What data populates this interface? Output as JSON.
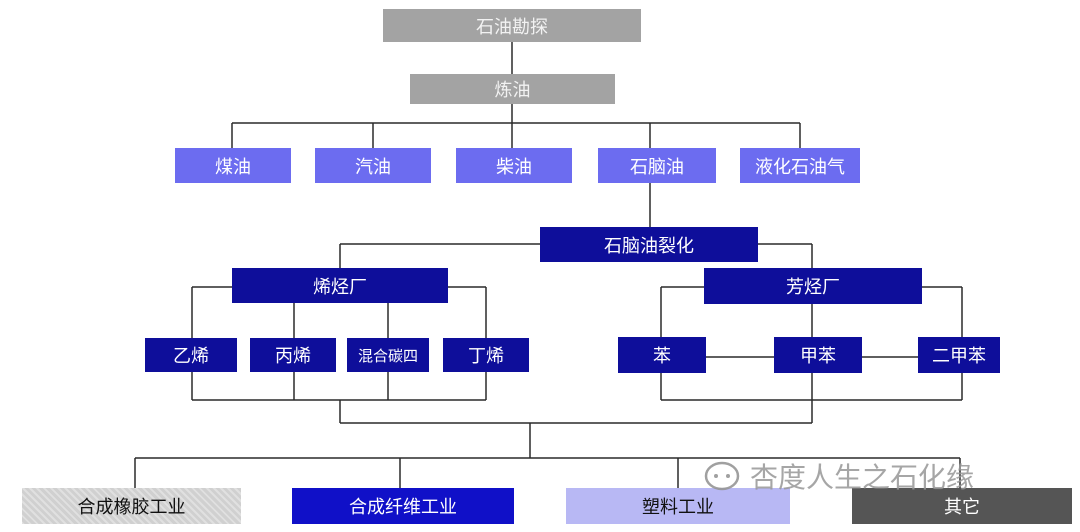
{
  "nodes": {
    "exploration": "石油勘探",
    "refining": "炼油",
    "kerosene": "煤油",
    "gasoline": "汽油",
    "diesel": "柴油",
    "naphtha": "石脑油",
    "lpg": "液化石油气",
    "naphtha_cracking": "石脑油裂化",
    "olefin_plant": "烯烃厂",
    "aromatics_plant": "芳烃厂",
    "ethylene": "乙烯",
    "propylene": "丙烯",
    "mixed_c4": "混合碳四",
    "butene": "丁烯",
    "benzene": "苯",
    "toluene": "甲苯",
    "xylene": "二甲苯",
    "synthetic_rubber": "合成橡胶工业",
    "synthetic_fiber": "合成纤维工业",
    "plastics": "塑料工业",
    "others": "其它"
  },
  "watermark": "杏度人生之石化缘",
  "colors": {
    "grey": "#a3a3a3",
    "lavender": "#6c6cf0",
    "navy": "#0e0e9a",
    "blue": "#1010c8",
    "light_lavender": "#b8b8f4",
    "dark_grey": "#555555"
  }
}
